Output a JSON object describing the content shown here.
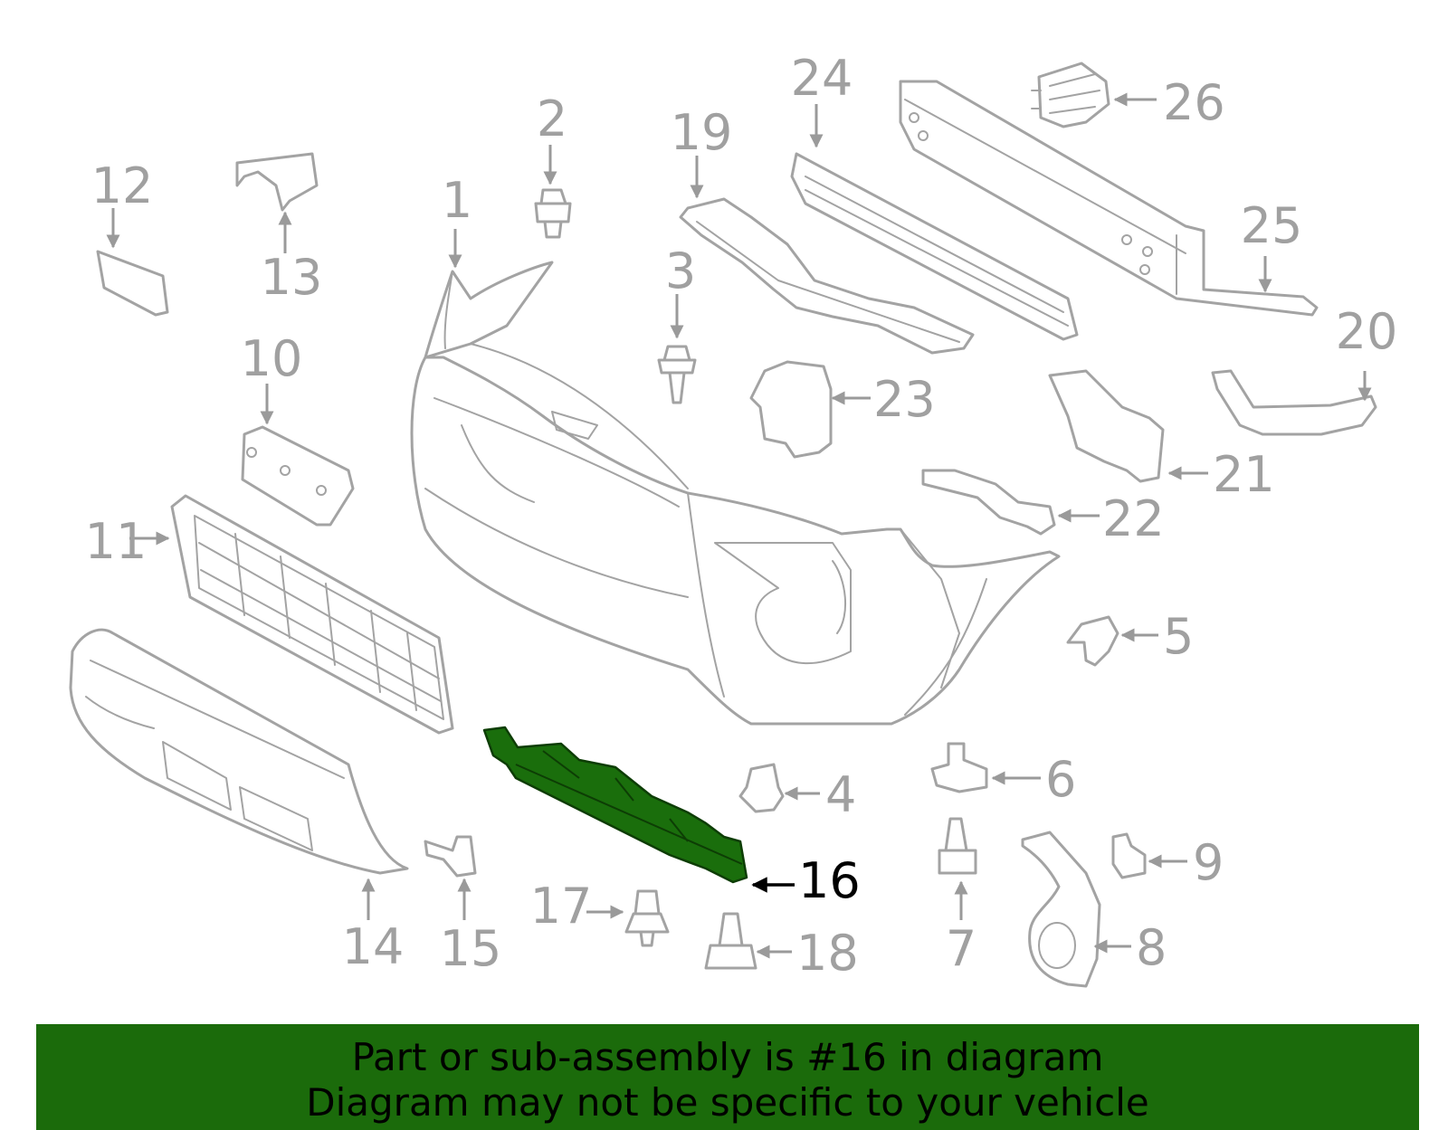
{
  "diagram": {
    "highlighted_part": "16",
    "callouts": {
      "c1": "1",
      "c2": "2",
      "c3": "3",
      "c4": "4",
      "c5": "5",
      "c6": "6",
      "c7": "7",
      "c8": "8",
      "c9": "9",
      "c10": "10",
      "c11": "11",
      "c12": "12",
      "c13": "13",
      "c14": "14",
      "c15": "15",
      "c16": "16",
      "c17": "17",
      "c18": "18",
      "c19": "19",
      "c20": "20",
      "c21": "21",
      "c22": "22",
      "c23": "23",
      "c24": "24",
      "c25": "25",
      "c26": "26"
    },
    "colors": {
      "line": "#a3a3a3",
      "highlight_fill": "#1a6e0c",
      "banner": "#1b6b0b"
    }
  },
  "banner": {
    "line1": "Part or sub-assembly is #16 in diagram",
    "line2": "Diagram may not be specific to your vehicle"
  }
}
